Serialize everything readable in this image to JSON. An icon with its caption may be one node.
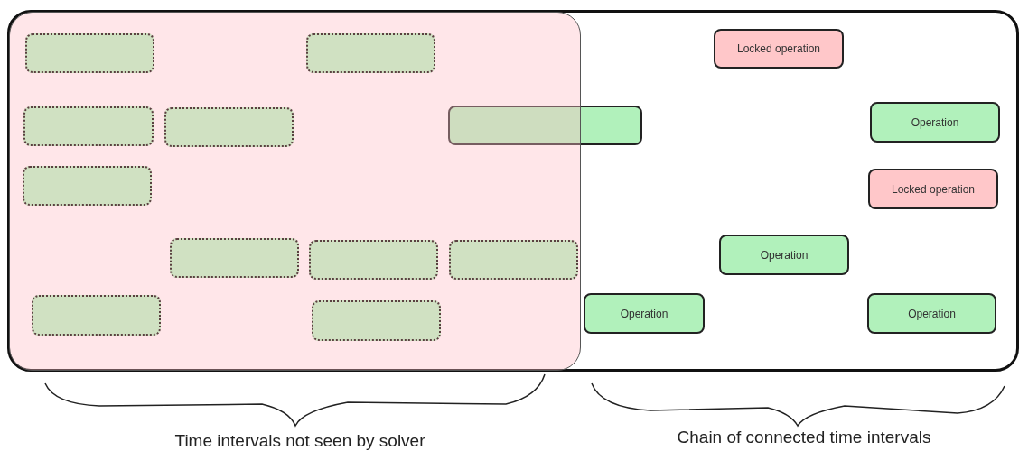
{
  "diagram": {
    "nodes": [
      {
        "text": [],
        "shape": "box"
      },
      {
        "text": [],
        "shape": "box",
        "in": 0
      },
      {
        "text": [],
        "shape": "box",
        "in": 1
      },
      {
        "text": [],
        "shape": "box",
        "in": 1
      },
      {
        "text": [
          "Locked operation"
        ],
        "in": 0
      },
      {
        "text": [],
        "shape": "box",
        "in": 1
      },
      {
        "text": [],
        "shape": "box",
        "in": 1
      },
      {
        "text": [],
        "shape": "box",
        "in": 0
      },
      {
        "text": [
          "Operation"
        ],
        "in": 0
      },
      {
        "text": [],
        "shape": "box",
        "in": 1
      },
      {
        "text": [
          "Locked operation"
        ],
        "in": 0
      },
      {
        "text": [],
        "shape": "box",
        "in": 1
      },
      {
        "text": [],
        "shape": "box",
        "in": 1
      },
      {
        "text": [],
        "shape": "box",
        "in": 1
      },
      {
        "text": [
          "Operation"
        ],
        "in": 0
      },
      {
        "text": [],
        "shape": "box",
        "in": 1
      },
      {
        "text": [],
        "shape": "box",
        "in": 1
      },
      {
        "text": [
          "Operation"
        ],
        "in": 0
      },
      {
        "text": [
          "Operation"
        ],
        "in": 0
      }
    ],
    "edges": [],
    "labels": [
      "Time intervals not seen by solver",
      "Chain of connected time intervals"
    ]
  }
}
